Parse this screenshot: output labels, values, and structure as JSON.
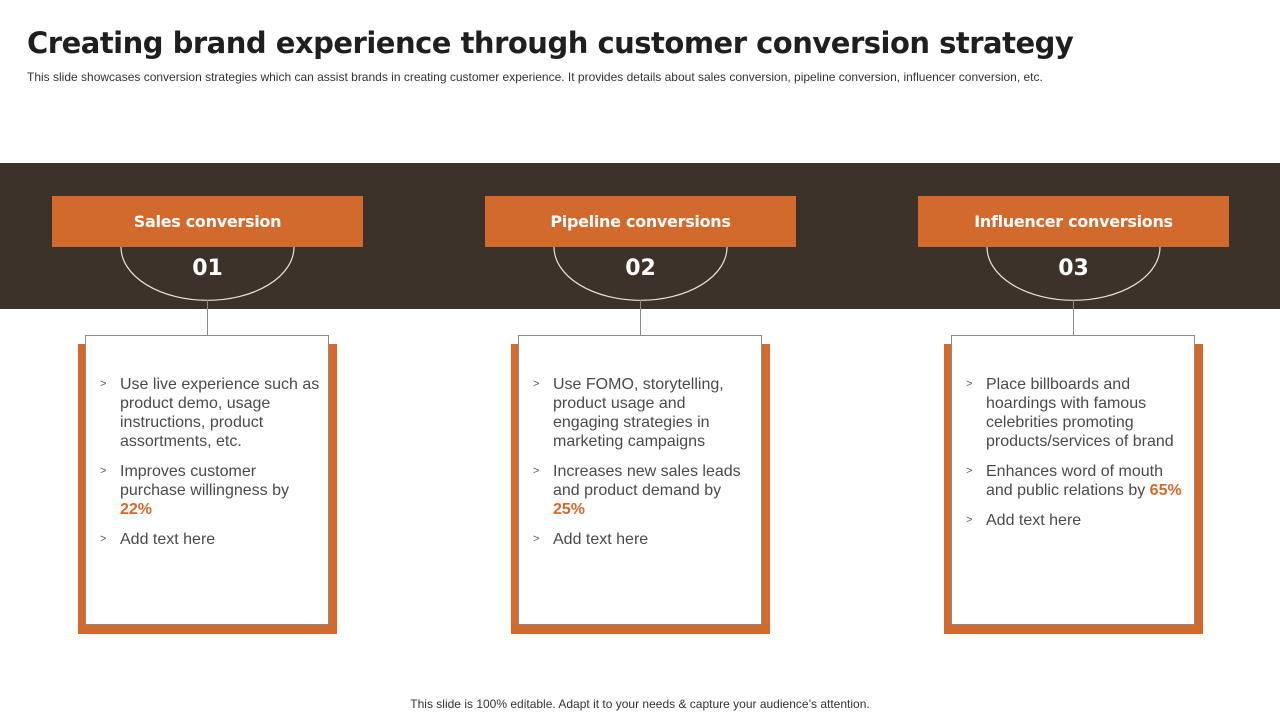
{
  "title": "Creating brand experience through customer conversion strategy",
  "subtitle": "This slide showcases conversion strategies which can assist brands in creating customer experience. It provides details about sales conversion, pipeline conversion, influencer conversion, etc.",
  "colors": {
    "accent": "#d2692d",
    "band": "#3d3229",
    "text": "#4a4a4a"
  },
  "bullet_icon": ">",
  "columns": [
    {
      "heading": "Sales conversion",
      "number": "01",
      "bullets": {
        "one": "Use live experience such as product demo, usage instructions, product assortments, etc.",
        "two": "Improves customer purchase willingness by",
        "two_value": "22%",
        "three": "Add text here"
      }
    },
    {
      "heading": "Pipeline conversions",
      "number": "02",
      "bullets": {
        "one": "Use FOMO, storytelling, product usage and engaging strategies in marketing campaigns",
        "two": "Increases new sales leads and product demand by",
        "two_value": "25%",
        "three": "Add text here"
      }
    },
    {
      "heading": "Influencer conversions",
      "number": "03",
      "bullets": {
        "one": "Place billboards and hoardings with famous celebrities promoting products/services of brand",
        "two": "Enhances word of mouth and public relations by",
        "two_value": "65%",
        "three": "Add text here"
      }
    }
  ],
  "footer": "This slide is 100% editable. Adapt it to your needs & capture your audience’s attention."
}
